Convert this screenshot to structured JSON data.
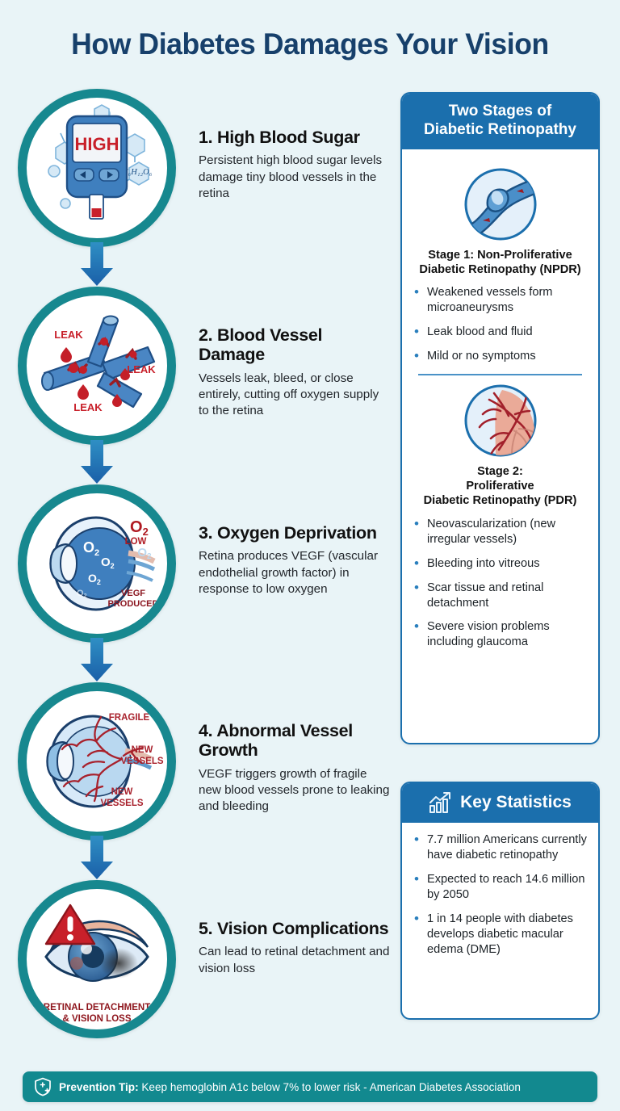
{
  "title": "How Diabetes Damages Your Vision",
  "colors": {
    "background": "#e9f4f7",
    "title": "#17406b",
    "ring_teal": "#17888f",
    "panel_blue": "#1b6fad",
    "arrow_blue": "#2076bd",
    "tip_teal": "#12898f",
    "alert_red": "#c8202a",
    "vessel_red": "#a8212c"
  },
  "steps": [
    {
      "number": "1.",
      "heading": "1. High Blood Sugar",
      "body": "Persistent high blood sugar levels damage tiny blood vessels in the retina",
      "icon": "glucose-meter-icon",
      "icon_labels": {
        "display": "HIGH",
        "molecule": "C₆H₁₂O₆"
      }
    },
    {
      "number": "2.",
      "heading": "2. Blood Vessel Damage",
      "body": "Vessels leak, bleed, or close entirely, cutting off oxygen supply to the retina",
      "icon": "damaged-blood-vessel-icon",
      "icon_labels": {
        "leak1": "LEAK",
        "leak2": "LEAK",
        "leak3": "LEAK"
      }
    },
    {
      "number": "3.",
      "heading": "3. Oxygen Deprivation",
      "body": "Retina produces VEGF (vascular endothelial growth factor) in response to low oxygen",
      "icon": "eye-oxygen-deprivation-icon",
      "icon_labels": {
        "o2_big": "O",
        "o2_sub": "2",
        "low": "LOW",
        "vegf_line1": "VEGF",
        "vegf_line2": "PRODUCED"
      }
    },
    {
      "number": "4.",
      "heading": "4. Abnormal Vessel Growth",
      "body": "VEGF triggers growth of fragile new blood vessels prone to leaking and bleeding",
      "icon": "eye-neovascularization-icon",
      "icon_labels": {
        "fragile": "FRAGILE",
        "new_vessels_a_line1": "NEW",
        "new_vessels_a_line2": "VESSELS",
        "new_vessels_b_line1": "NEW",
        "new_vessels_b_line2": "VESSELS"
      }
    },
    {
      "number": "5.",
      "heading": "5. Vision Complications",
      "body": "Can lead to retinal detachment and vision loss",
      "icon": "damaged-eye-warning-icon",
      "icon_labels": {
        "caption_line1": "RETINAL DETACHMENT",
        "caption_line2": "& VISION LOSS"
      }
    }
  ],
  "stages_panel": {
    "header_line1": "Two Stages of",
    "header_line2": "Diabetic Retinopathy",
    "stage1": {
      "figure": "microaneurysm-vessel-icon",
      "title_line1": "Stage 1: Non-Proliferative",
      "title_line2": "Diabetic Retinopathy (NPDR)",
      "bullets": [
        "Weakened vessels form microaneurysms",
        "Leak blood and fluid",
        "Mild or no symptoms"
      ]
    },
    "stage2": {
      "figure": "neovascular-retina-icon",
      "title_line1": "Stage 2:",
      "title_line2": "Proliferative",
      "title_line3": "Diabetic Retinopathy (PDR)",
      "bullets": [
        "Neovascularization (new irregular vessels)",
        "Bleeding into vitreous",
        "Scar tissue and retinal detachment",
        "Severe vision problems including glaucoma"
      ]
    }
  },
  "stats_panel": {
    "header": "Key Statistics",
    "icon": "bar-chart-growth-icon",
    "bullets": [
      "7.7 million Americans currently have diabetic retinopathy",
      "Expected to reach 14.6 million by 2050",
      "1 in 14 people with diabetes develops diabetic macular edema (DME)"
    ]
  },
  "tip_bar": {
    "icon": "shield-plus-icon",
    "label": "Prevention Tip:",
    "text": " Keep hemoglobin A1c below 7% to lower risk - American Diabetes Association"
  }
}
